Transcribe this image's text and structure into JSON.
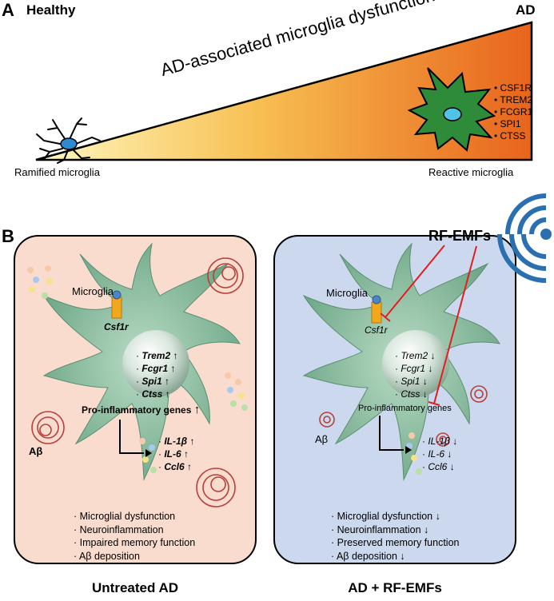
{
  "panel_a": {
    "letter": "A",
    "left_label": "Healthy",
    "right_label": "AD",
    "gradient_title": "AD-associated microglia dysfunction",
    "left_cell_label": "Ramified microglia",
    "right_cell_label": "Reactive microglia",
    "markers": [
      "CSF1R",
      "TREM2",
      "FCGR1",
      "SPI1",
      "CTSS"
    ]
  },
  "panel_b": {
    "letter": "B",
    "rf_label": "RF-EMFs",
    "left": {
      "cell_label": "Microglia",
      "receptor": "Csf1r",
      "genes": [
        {
          "name": "Trem2",
          "arrow": "↑"
        },
        {
          "name": "Fcgr1",
          "arrow": "↑"
        },
        {
          "name": "Spi1",
          "arrow": "↑"
        },
        {
          "name": "Ctss",
          "arrow": "↑"
        }
      ],
      "proinflam": "Pro-inflammatory genes",
      "proinflam_arrow": "↑",
      "cytokines": [
        {
          "name": "IL-1β",
          "arrow": "↑"
        },
        {
          "name": "IL-6",
          "arrow": "↑"
        },
        {
          "name": "Ccl6",
          "arrow": "↑"
        }
      ],
      "abeta": "Aβ",
      "outcomes": [
        "Microglial dysfunction",
        "Neuroinflammation",
        "Impaired memory function",
        "Aβ deposition"
      ],
      "caption": "Untreated AD"
    },
    "right": {
      "cell_label": "Microglia",
      "receptor": "Csf1r",
      "genes": [
        {
          "name": "Trem2",
          "arrow": "↓"
        },
        {
          "name": "Fcgr1",
          "arrow": "↓"
        },
        {
          "name": "Spi1",
          "arrow": "↓"
        },
        {
          "name": "Ctss",
          "arrow": "↓"
        }
      ],
      "proinflam": "Pro-inflammatory genes",
      "cytokines": [
        {
          "name": "IL-1β",
          "arrow": "↓"
        },
        {
          "name": "IL-6",
          "arrow": "↓"
        },
        {
          "name": "Ccl6",
          "arrow": "↓"
        }
      ],
      "abeta": "Aβ",
      "outcomes": [
        "Microglial dysfunction ↓",
        "Neuroinflammation ↓",
        "Preserved memory function",
        "Aβ deposition ↓"
      ],
      "caption": "AD + RF-EMFs"
    }
  },
  "colors": {
    "gradient_start": "#fff6b0",
    "gradient_end": "#ea6a1e",
    "reactive_cell": "#2e8b3a",
    "nucleus": "#4fc3e8",
    "left_panel_bg": "#f9dccd",
    "right_panel_bg": "#ccd8ee",
    "microglia_body": "#8fbf9f",
    "amyloid": "#b5413c",
    "receptor": "#f3a81b",
    "rf_lines": "#e02020",
    "wifi": "#2a6fb0"
  }
}
